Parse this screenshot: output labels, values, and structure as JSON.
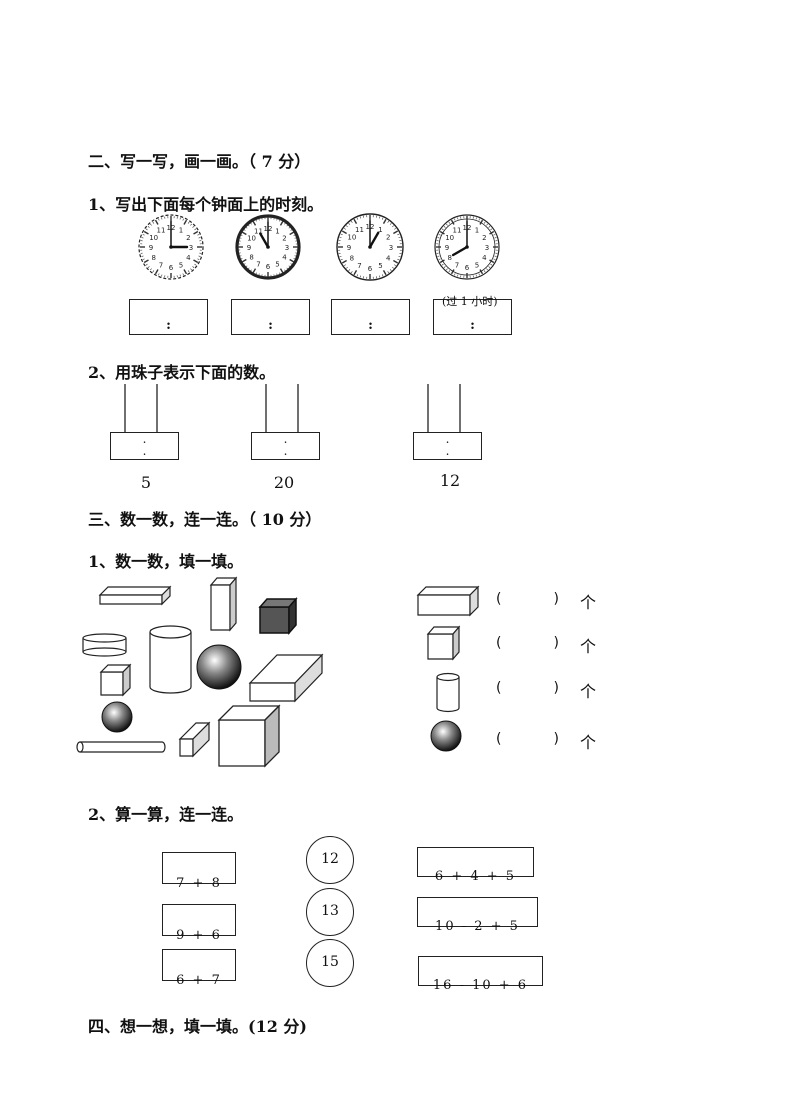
{
  "section2": {
    "heading": "二、写一写，画一画。（ 7 分）",
    "q1": "1、写出下面每个钟面上的时刻。",
    "clocks": [
      {
        "hour": 3,
        "minute": 0
      },
      {
        "hour": 11,
        "minute": 0
      },
      {
        "hour": 1,
        "minute": 0
      },
      {
        "hour": 8,
        "minute": 0
      }
    ],
    "time_colon": ":",
    "clock4_note": "(过 1 小时)",
    "q2": "2、用珠子表示下面的数。",
    "bead_numbers": [
      "5",
      "20",
      "12"
    ],
    "bead_dots": ". ."
  },
  "section3": {
    "heading": "三、数一数，连一连。（ 10 分）",
    "q1": "1、数一数，填一填。",
    "count_rows": [
      {
        "shape": "cuboid-icon",
        "open": "(",
        "close": ")",
        "unit": "个"
      },
      {
        "shape": "cube-icon",
        "open": "(",
        "close": ")",
        "unit": "个"
      },
      {
        "shape": "cylinder-icon",
        "open": "(",
        "close": ")",
        "unit": "个"
      },
      {
        "shape": "sphere-icon",
        "open": "(",
        "close": ")",
        "unit": "个"
      }
    ],
    "q2": "2、算一算，连一连。",
    "left_exprs": [
      "7 + 8",
      "9 + 6",
      "6 + 7"
    ],
    "circles": [
      "12",
      "13",
      "15"
    ],
    "right_exprs": [
      "6 + 4 + 5",
      "10 - 2 + 5",
      "16 - 10 + 6"
    ]
  },
  "section4": {
    "heading": "四、想一想，填一填。(12 分)"
  }
}
